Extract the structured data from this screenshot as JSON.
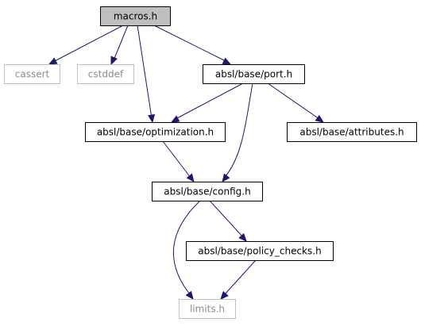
{
  "graph": {
    "nodes": [
      {
        "id": "macros",
        "label": "macros.h",
        "kind": "root"
      },
      {
        "id": "cassert",
        "label": "cassert",
        "kind": "external"
      },
      {
        "id": "cstddef",
        "label": "cstddef",
        "kind": "external"
      },
      {
        "id": "port",
        "label": "absl/base/port.h",
        "kind": "internal"
      },
      {
        "id": "optimization",
        "label": "absl/base/optimization.h",
        "kind": "internal"
      },
      {
        "id": "attributes",
        "label": "absl/base/attributes.h",
        "kind": "internal"
      },
      {
        "id": "config",
        "label": "absl/base/config.h",
        "kind": "internal"
      },
      {
        "id": "policy_checks",
        "label": "absl/base/policy_checks.h",
        "kind": "internal"
      },
      {
        "id": "limits",
        "label": "limits.h",
        "kind": "external"
      }
    ],
    "edges": [
      {
        "from": "macros",
        "to": "cassert"
      },
      {
        "from": "macros",
        "to": "cstddef"
      },
      {
        "from": "macros",
        "to": "port"
      },
      {
        "from": "macros",
        "to": "optimization"
      },
      {
        "from": "port",
        "to": "optimization"
      },
      {
        "from": "port",
        "to": "attributes"
      },
      {
        "from": "port",
        "to": "config"
      },
      {
        "from": "optimization",
        "to": "config"
      },
      {
        "from": "config",
        "to": "policy_checks"
      },
      {
        "from": "config",
        "to": "limits"
      },
      {
        "from": "policy_checks",
        "to": "limits"
      }
    ],
    "colors": {
      "edge": "#191970",
      "root_fill": "#bfbfbf",
      "external_border": "#bfbfbf",
      "external_text": "#8c8c8c"
    }
  }
}
